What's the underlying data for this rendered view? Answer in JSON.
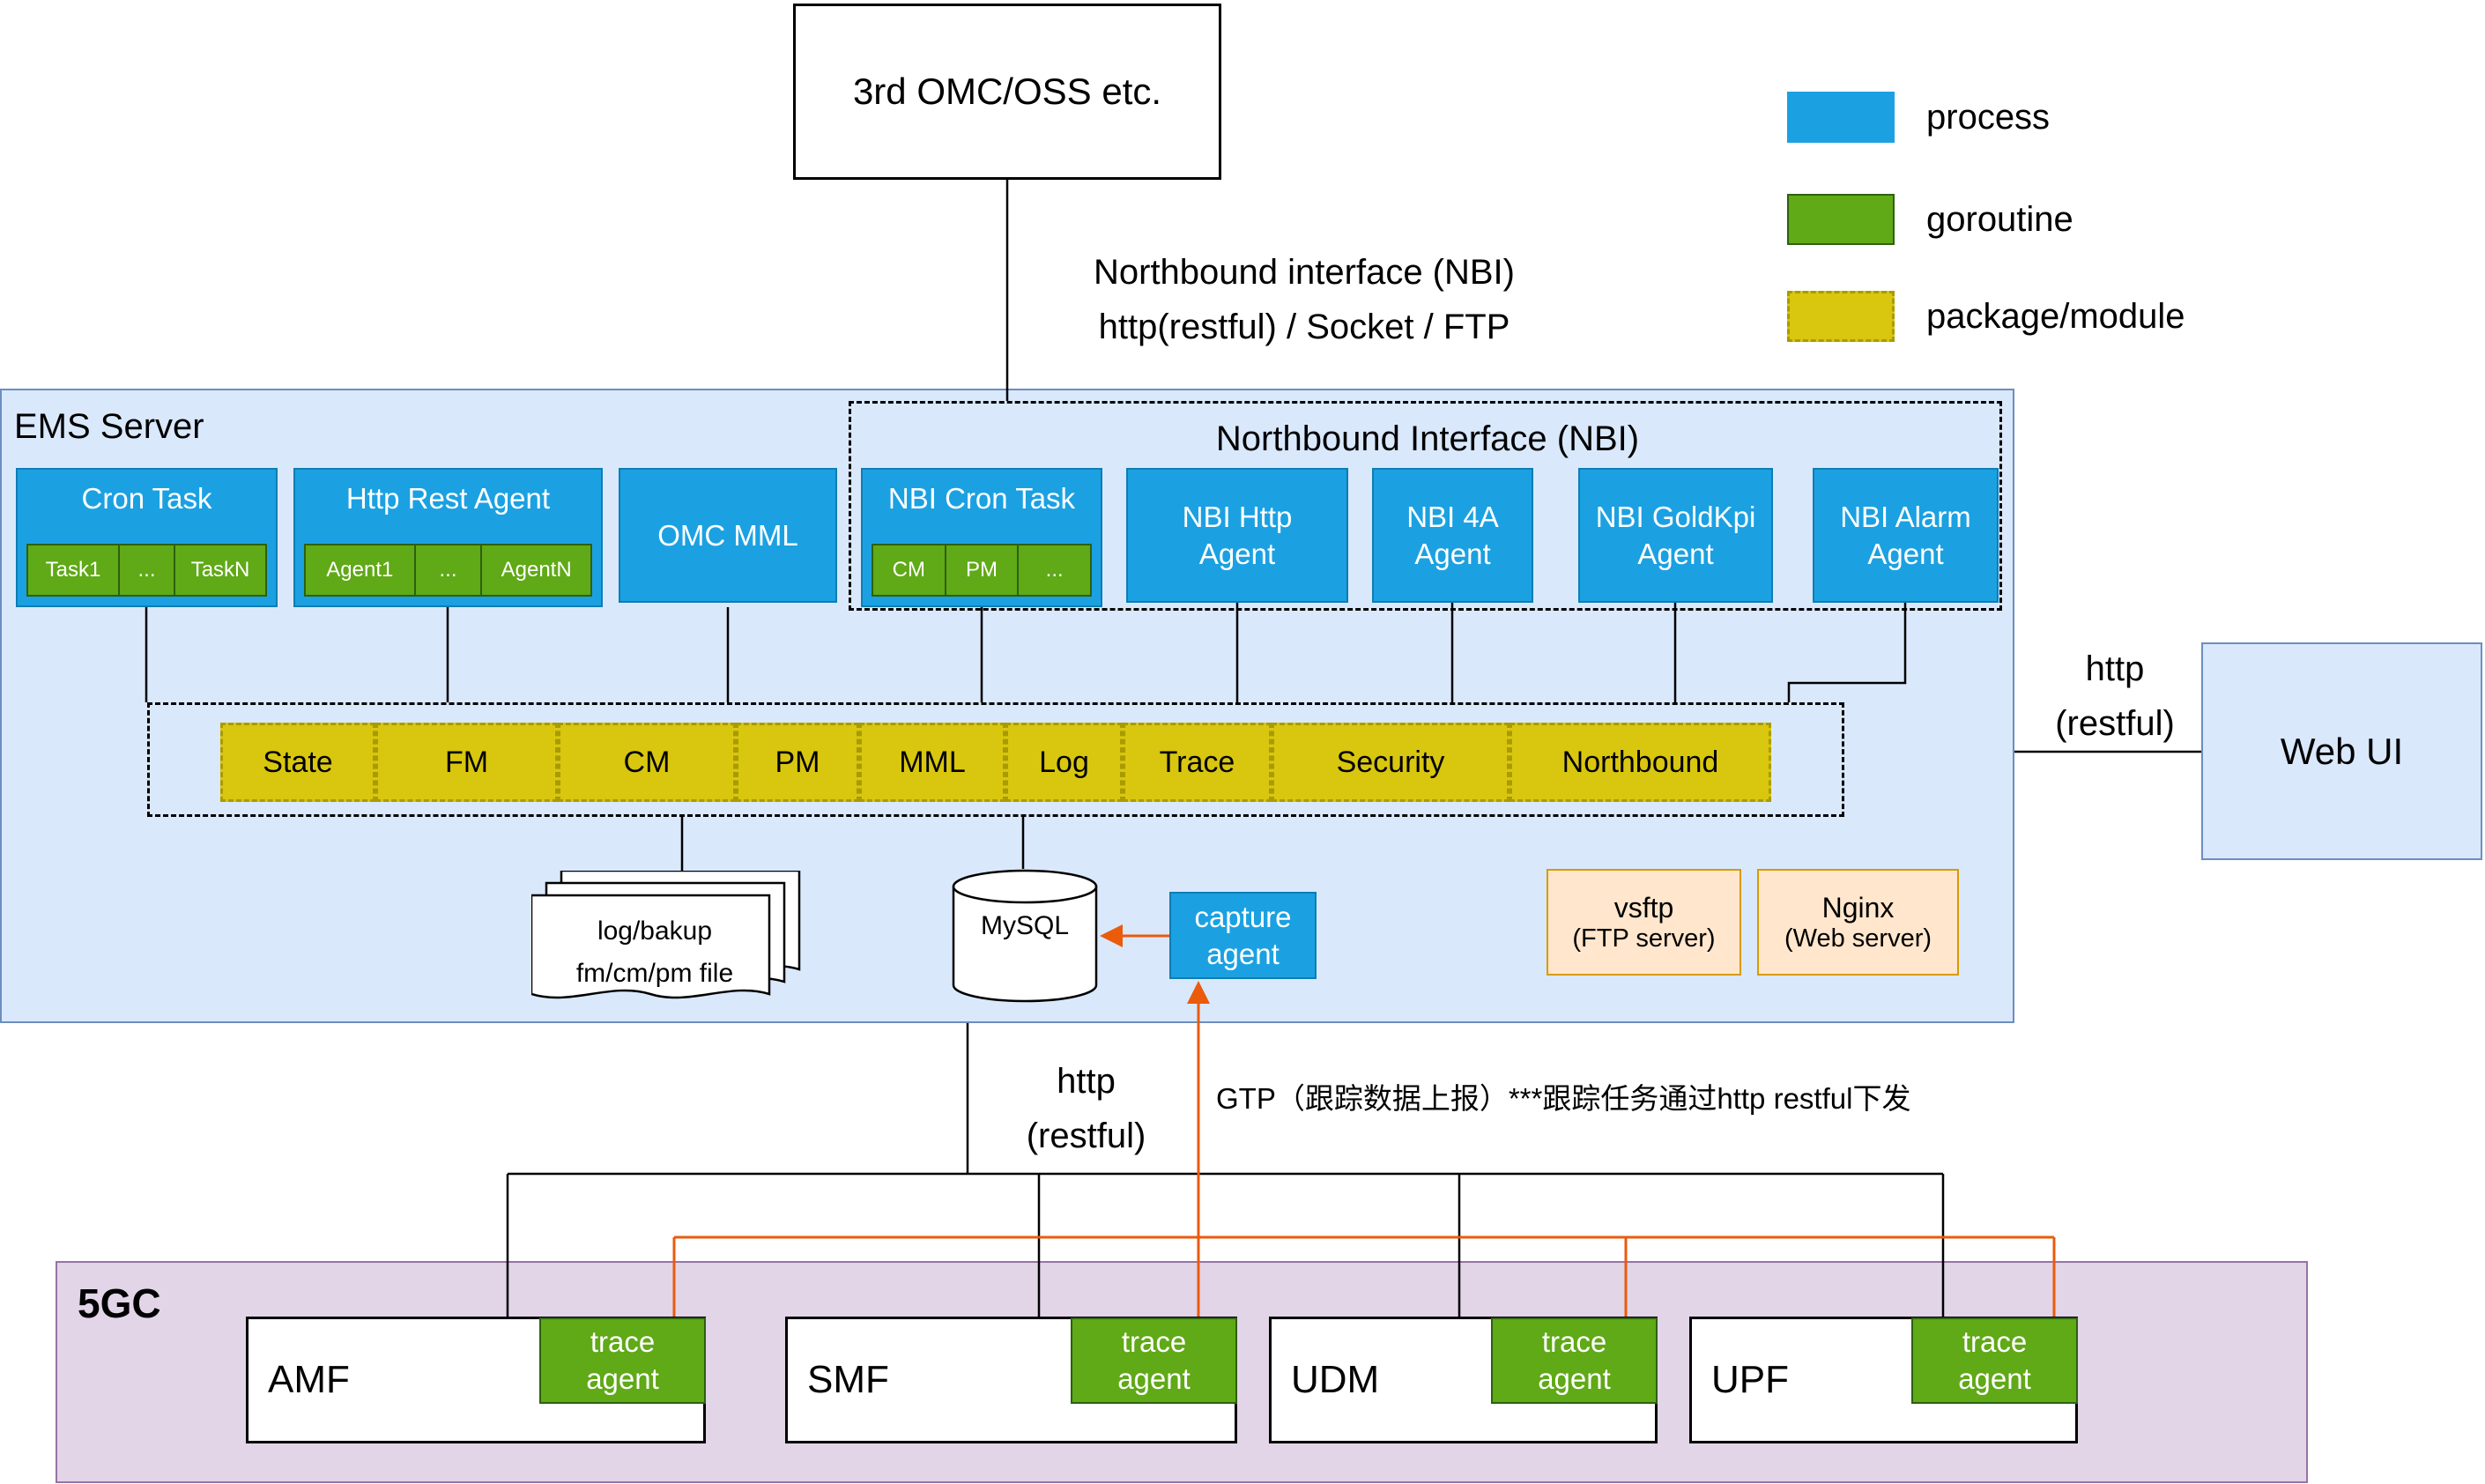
{
  "colors": {
    "process": "#1ba1e2",
    "goroutine": "#60a917",
    "package_module": "#d9c60e",
    "ems_bg": "#dae8fc",
    "ems_border": "#6c8ebf",
    "fivegc_bg": "#e1d5e7",
    "fivegc_border": "#9673a6",
    "server_bg": "#ffe6cc",
    "server_border": "#d79b00",
    "orange_line": "#ea5b0c"
  },
  "external": {
    "omc_oss": "3rd OMC/OSS etc.",
    "web_ui": "Web UI"
  },
  "legend": {
    "items": [
      {
        "label": "process"
      },
      {
        "label": "goroutine"
      },
      {
        "label": "package/module"
      }
    ]
  },
  "labels": {
    "nbi_link_line1": "Northbound interface (NBI)",
    "nbi_link_line2": "http(restful) / Socket / FTP",
    "http_right_line1": "http",
    "http_right_line2": "(restful)",
    "http_bottom_line1": "http",
    "http_bottom_line2": "(restful)",
    "gtp_note": "GTP（跟踪数据上报）***跟踪任务通过http restful下发"
  },
  "ems": {
    "title": "EMS Server",
    "cron_task": {
      "title": "Cron Task",
      "items": [
        "Task1",
        "...",
        "TaskN"
      ]
    },
    "http_rest_agent": {
      "title": "Http Rest Agent",
      "items": [
        "Agent1",
        "...",
        "AgentN"
      ]
    },
    "omc_mml": {
      "title": "OMC MML"
    },
    "nbi": {
      "title": "Northbound Interface (NBI)",
      "cron_task": {
        "title": "NBI Cron Task",
        "items": [
          "CM",
          "PM",
          "..."
        ]
      },
      "agents": [
        "NBI Http Agent",
        "NBI 4A Agent",
        "NBI GoldKpi Agent",
        "NBI Alarm Agent"
      ]
    },
    "modules": [
      "State",
      "FM",
      "CM",
      "PM",
      "MML",
      "Log",
      "Trace",
      "Security",
      "Northbound"
    ],
    "files": {
      "line1": "log/bakup",
      "line2": "fm/cm/pm file"
    },
    "mysql": "MySQL",
    "capture_agent": "capture agent",
    "vsftp": {
      "line1": "vsftp",
      "line2": "(FTP server)"
    },
    "nginx": {
      "line1": "Nginx",
      "line2": "(Web server)"
    }
  },
  "fivegc": {
    "title": "5GC",
    "nfs": [
      {
        "name": "AMF"
      },
      {
        "name": "SMF"
      },
      {
        "name": "UDM"
      },
      {
        "name": "UPF"
      }
    ],
    "trace_agent": "trace agent"
  }
}
